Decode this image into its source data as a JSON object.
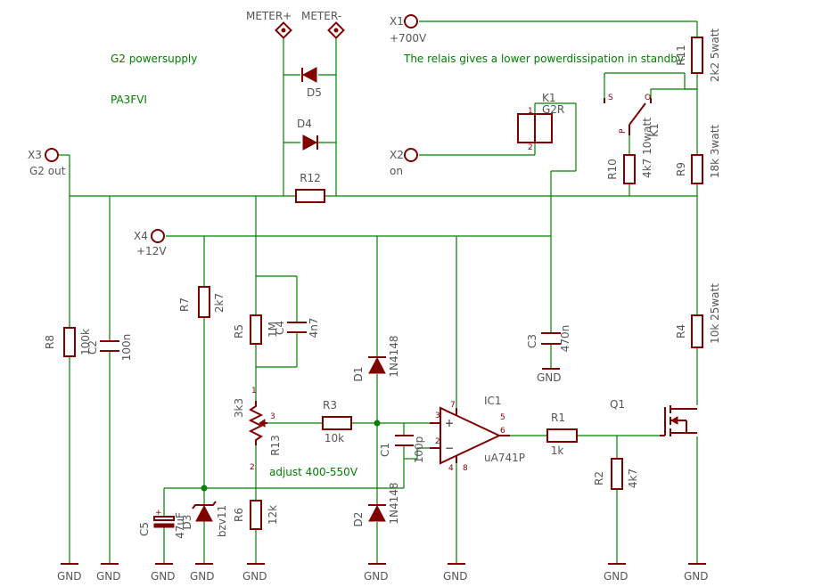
{
  "notes": {
    "title": "G2 powersupply",
    "author": "PA3FVI",
    "relay_note": "The relais gives a lower powerdissipation in standby",
    "adjust": "adjust 400-550V"
  },
  "terminals": {
    "meter_plus": "METER+",
    "meter_minus": "METER-",
    "x1": "X1",
    "x1_value": "+700V",
    "x2": "X2",
    "x2_value": "on",
    "x3": "X3",
    "x3_value": "G2 out",
    "x4": "X4",
    "x4_value": "+12V"
  },
  "gnd": "GND",
  "components": {
    "r1": {
      "name": "R1",
      "value": "1k"
    },
    "r2": {
      "name": "R2",
      "value": "4k7"
    },
    "r3": {
      "name": "R3",
      "value": "10k"
    },
    "r4": {
      "name": "R4",
      "value": "10k 25watt"
    },
    "r5": {
      "name": "R5",
      "value": "1M"
    },
    "r6": {
      "name": "R6",
      "value": "12k"
    },
    "r7": {
      "name": "R7",
      "value": "2k7"
    },
    "r8": {
      "name": "R8",
      "value": "100k"
    },
    "r9": {
      "name": "R9",
      "value": "18k 3watt"
    },
    "r10": {
      "name": "R10",
      "value": "4k7 10watt"
    },
    "r11": {
      "name": "R11",
      "value": "2k2 5watt"
    },
    "r12": {
      "name": "R12"
    },
    "r13": {
      "name": "R13",
      "value": "3k3"
    },
    "c1": {
      "name": "C1",
      "value": "100p"
    },
    "c2": {
      "name": "C2",
      "value": "100n"
    },
    "c3": {
      "name": "C3",
      "value": "470n"
    },
    "c4": {
      "name": "C4",
      "value": "4n7"
    },
    "c5": {
      "name": "C5",
      "value": "47uF"
    },
    "d1": {
      "name": "D1",
      "value": "1N4148"
    },
    "d2": {
      "name": "D2",
      "value": "1N4148"
    },
    "d3": {
      "name": "D3",
      "value": "bzv11"
    },
    "d4": {
      "name": "D4"
    },
    "d5": {
      "name": "D5"
    },
    "ic1": {
      "name": "IC1",
      "value": "uA741P"
    },
    "q1": {
      "name": "Q1"
    },
    "k1": {
      "name": "K1",
      "value": "G2R"
    }
  },
  "pins": {
    "ic_3": "3",
    "ic_2": "2",
    "ic_7": "7",
    "ic_4": "4",
    "ic_5": "5",
    "ic_6": "6",
    "ic_8": "8",
    "k_1": "1",
    "k_2": "2",
    "k_s": "S",
    "k_o": "O",
    "k_p": "P",
    "pot_1": "1",
    "pot_2": "2",
    "pot_3": "3"
  }
}
